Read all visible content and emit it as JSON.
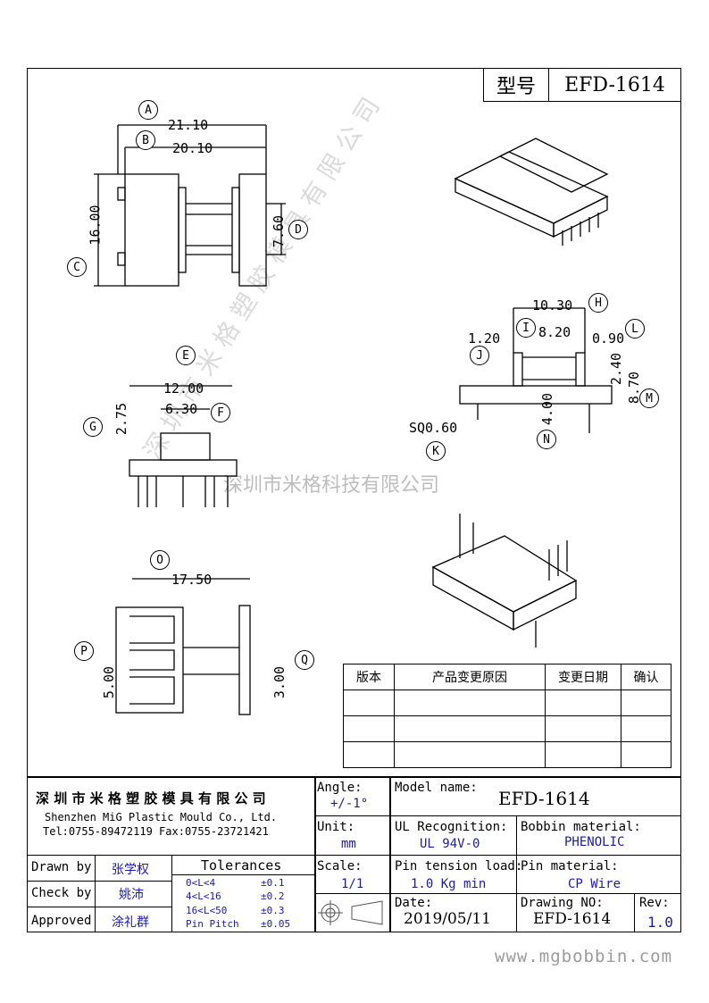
{
  "model_box": {
    "label": "型号",
    "value": "EFD-1614"
  },
  "labels": {
    "A": "A",
    "B": "B",
    "C": "C",
    "D": "D",
    "E": "E",
    "F": "F",
    "G": "G",
    "H": "H",
    "I": "I",
    "J": "J",
    "K": "K",
    "L": "L",
    "M": "M",
    "N": "N",
    "O": "O",
    "P": "P",
    "Q": "Q"
  },
  "dims": {
    "a": "21.10",
    "b": "20.10",
    "c": "16.00",
    "d": "7.60",
    "e": "12.00",
    "f": "6.30",
    "g": "2.75",
    "h": "10.30",
    "i": "8.20",
    "j": "1.20",
    "l": "0.90",
    "l2": "2.40",
    "m": "8.70",
    "n": "4.00",
    "k": "SQ0.60",
    "o": "17.50",
    "p": "5.00",
    "q": "3.00"
  },
  "watermark": {
    "main": "深圳市米格科技有限公司",
    "diag": "深 圳 市 米 格 塑 胶 模 具 有 限 公 司"
  },
  "revision_table": {
    "headers": [
      "版本",
      "产品变更原因",
      "变更日期",
      "确认"
    ]
  },
  "title_block": {
    "company_cn": "深 圳 市 米 格 塑 胶 模 具 有 限 公 司",
    "company_en": "Shenzhen MiG Plastic Mould Co., Ltd.",
    "contact": "Tel:0755-89472119    Fax:0755-23721421",
    "angle_label": "Angle:",
    "angle_value": "+/-1°",
    "model_label": "Model name:",
    "model_value": "EFD-1614",
    "unit_label": "Unit:",
    "unit_value": "mm",
    "ul_label": "UL Recognition:",
    "ul_value": "UL 94V-0",
    "bobbin_label": "Bobbin material:",
    "bobbin_value": "PHENOLIC",
    "drawn_label": "Drawn by",
    "drawn_value": "张学权",
    "check_label": "Check by",
    "check_value": "姚沛",
    "approved_label": "Approved",
    "approved_value": "涂礼群",
    "tolerances_label": "Tolerances",
    "tol_rows": [
      {
        "range": "0<L<4",
        "val": "±0.1"
      },
      {
        "range": "4<L<16",
        "val": "±0.2"
      },
      {
        "range": "16<L<50",
        "val": "±0.3"
      },
      {
        "range": "Pin Pitch",
        "val": "±0.05"
      }
    ],
    "scale_label": "Scale:",
    "scale_value": "1/1",
    "pin_tension_label": "Pin tension load:",
    "pin_tension_value": "1.0 Kg min",
    "pin_material_label": "Pin material:",
    "pin_material_value": "CP Wire",
    "date_label": "Date:",
    "date_value": "2019/05/11",
    "drawing_label": "Drawing NO:",
    "drawing_value": "EFD-1614",
    "rev_label": "Rev:",
    "rev_value": "1.0"
  },
  "footer": "www.mgbobbin.com"
}
